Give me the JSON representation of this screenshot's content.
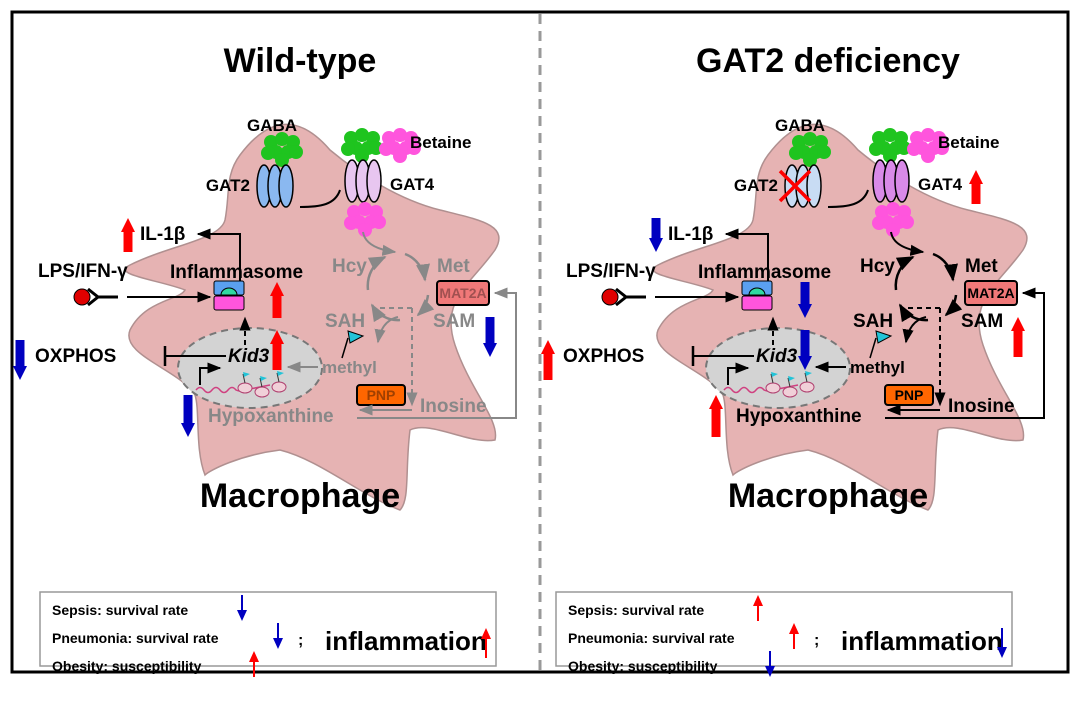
{
  "panels": [
    {
      "id": "wildtype",
      "title": "Wild-type",
      "cell_label": "Macrophage",
      "labels": {
        "gaba": "GABA",
        "betaine": "Betaine",
        "gat2": "GAT2",
        "gat4": "GAT4",
        "il1b": "IL-1β",
        "lps": "LPS/IFN-γ",
        "inflammasome": "Inflammasome",
        "oxphos": "OXPHOS",
        "kid3": "Kid3",
        "hcy": "Hcy",
        "met": "Met",
        "sah": "SAH",
        "sam": "SAM",
        "mat2a": "MAT2A",
        "methyl": "methyl",
        "pnp": "PNP",
        "inosine": "Inosine",
        "hypoxanthine": "Hypoxanthine"
      },
      "pathway_color": "#888888",
      "gat2_knocked_out": false,
      "changes": {
        "il1b": "up",
        "inflammasome": "up",
        "kid3": "up",
        "oxphos": "down",
        "hypoxanthine": "down",
        "mat2a": "down",
        "gat4": "none"
      },
      "summary": {
        "lines": [
          {
            "text": "Sepsis: survival rate",
            "direction": "down"
          },
          {
            "text": "Pneumonia: survival rate",
            "direction": "down"
          },
          {
            "text": "Obesity: susceptibility",
            "direction": "up"
          }
        ],
        "separator": ";",
        "inflammation_label": "inflammation",
        "inflammation_direction": "up"
      }
    },
    {
      "id": "gat2-deficiency",
      "title": "GAT2 deficiency",
      "cell_label": "Macrophage",
      "labels": {
        "gaba": "GABA",
        "betaine": "Betaine",
        "gat2": "GAT2",
        "gat4": "GAT4",
        "il1b": "IL-1β",
        "lps": "LPS/IFN-γ",
        "inflammasome": "Inflammasome",
        "oxphos": "OXPHOS",
        "kid3": "Kid3",
        "hcy": "Hcy",
        "met": "Met",
        "sah": "SAH",
        "sam": "SAM",
        "mat2a": "MAT2A",
        "methyl": "methyl",
        "pnp": "PNP",
        "inosine": "Inosine",
        "hypoxanthine": "Hypoxanthine"
      },
      "pathway_color": "#000000",
      "gat2_knocked_out": true,
      "changes": {
        "il1b": "down",
        "inflammasome": "down",
        "kid3": "down",
        "oxphos": "up",
        "hypoxanthine": "up",
        "mat2a": "up",
        "gat4": "up"
      },
      "summary": {
        "lines": [
          {
            "text": "Sepsis: survival rate",
            "direction": "up"
          },
          {
            "text": "Pneumonia: survival rate",
            "direction": "up"
          },
          {
            "text": "Obesity: susceptibility",
            "direction": "down"
          }
        ],
        "separator": ";",
        "inflammation_label": "inflammation",
        "inflammation_direction": "down"
      }
    }
  ],
  "colors": {
    "up": "#ff0000",
    "down": "#0000c0",
    "cell": "#e6b3b3",
    "cell_outline": "#b09090",
    "nucleus": "#d3d3d3",
    "gaba": "#1fc41f",
    "betaine": "#ff55dd",
    "gat2_wt": "#8ab8f0",
    "gat2_ko": "#c8dcf4",
    "gat4_wt": "#e8c6f0",
    "gat4_ko": "#d98ae8",
    "mat2a": "#f07878",
    "pnp": "#ff6600",
    "lps": "#e00000",
    "inflammasome_top": "#5aa0f0",
    "inflammasome_mid": "#30d8a0",
    "inflammasome_bottom": "#ff55dd",
    "methyl_flag": "#22c4d8"
  }
}
